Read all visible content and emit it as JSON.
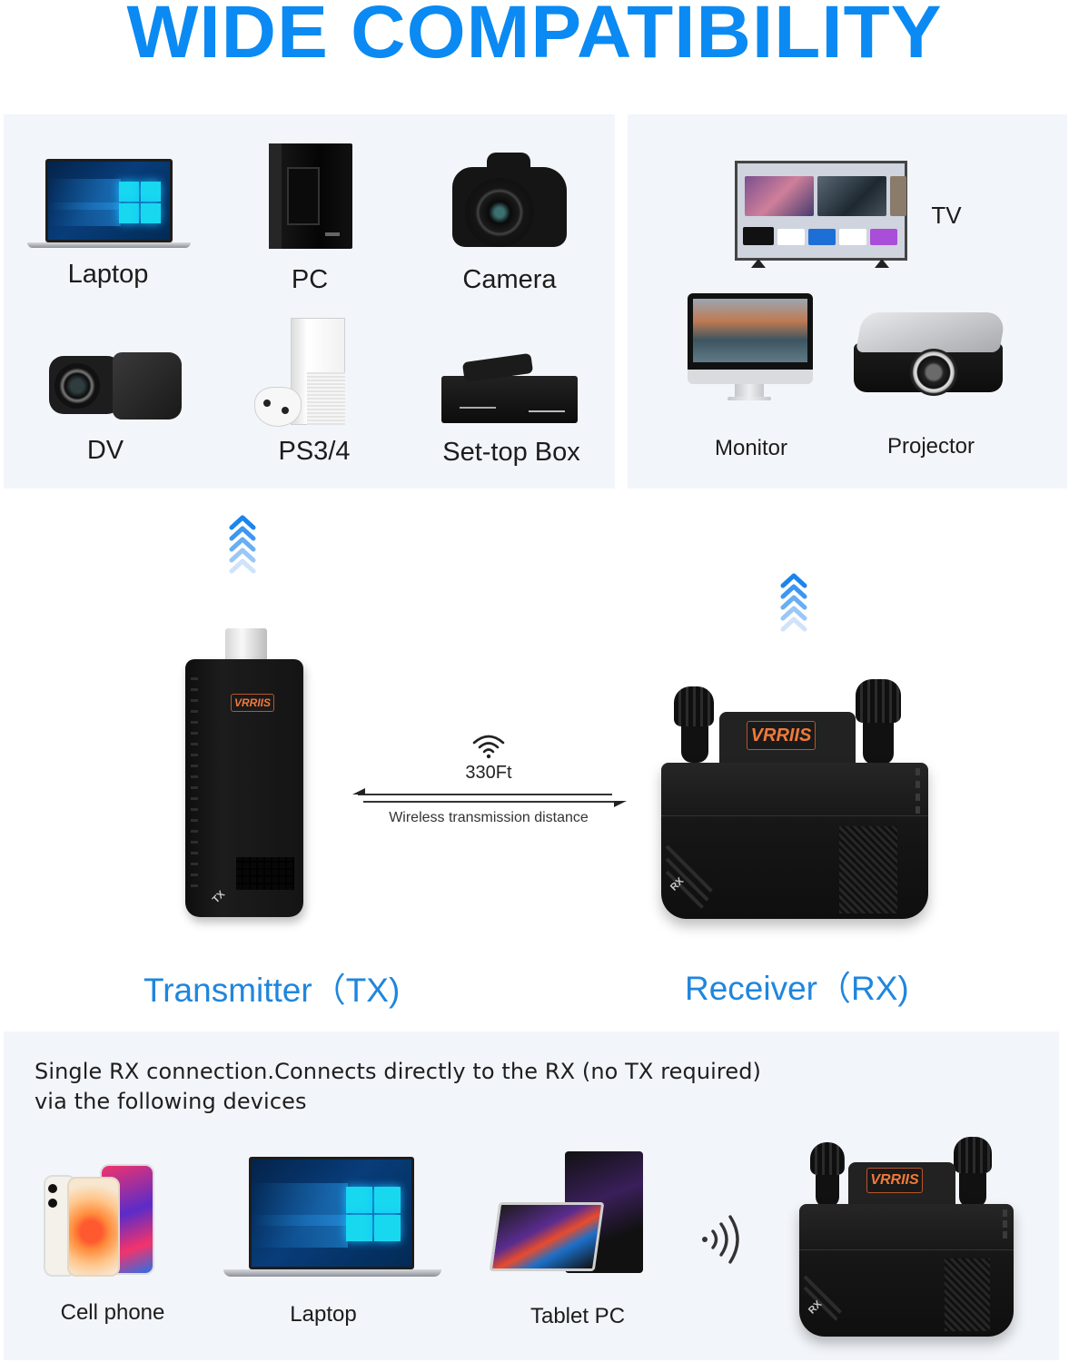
{
  "header": {
    "title": "WIDE COMPATIBILITY",
    "title_color": "#0a8af2"
  },
  "source_devices": {
    "items": [
      {
        "label": "Laptop",
        "icon": "laptop-icon"
      },
      {
        "label": "PC",
        "icon": "pc-tower-icon"
      },
      {
        "label": "Camera",
        "icon": "camera-icon"
      },
      {
        "label": "DV",
        "icon": "camcorder-icon"
      },
      {
        "label": "PS3/4",
        "icon": "game-console-icon"
      },
      {
        "label": "Set-top Box",
        "icon": "set-top-box-icon"
      }
    ]
  },
  "display_devices": {
    "items": [
      {
        "label": "TV",
        "icon": "tv-icon"
      },
      {
        "label": "Monitor",
        "icon": "monitor-icon"
      },
      {
        "label": "Projector",
        "icon": "projector-icon"
      }
    ]
  },
  "transmission": {
    "distance": "330Ft",
    "caption": "Wireless transmission distance",
    "icon": "wifi-icon"
  },
  "products": {
    "transmitter": {
      "label": "Transmitter（TX)",
      "brand": "VRRIIS",
      "etch": "TX"
    },
    "receiver": {
      "label": "Receiver（RX)",
      "brand": "VRRIIS",
      "etch": "RX"
    },
    "label_color": "#1f86dd",
    "brand_color": "#f07a3a"
  },
  "direct_connection": {
    "description_line1": "Single RX connection.Connects directly to the RX (no TX required)",
    "description_line2": "via the following devices",
    "items": [
      {
        "label": "Cell phone",
        "icon": "cell-phone-icon"
      },
      {
        "label": "Laptop",
        "icon": "laptop-icon"
      },
      {
        "label": "Tablet PC",
        "icon": "tablet-icon"
      }
    ],
    "signal_icon": "wireless-signal-icon",
    "receiver_brand": "VRRIIS",
    "receiver_etch": "RX"
  }
}
